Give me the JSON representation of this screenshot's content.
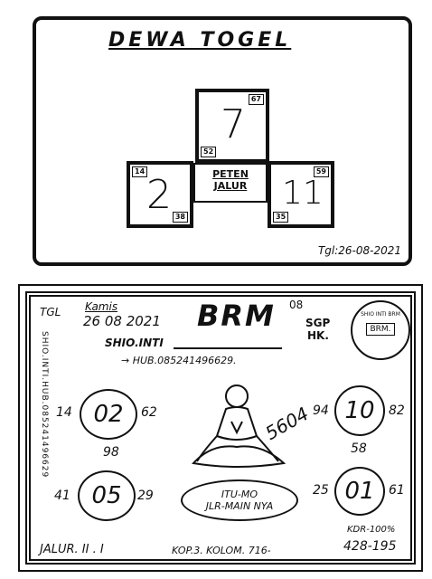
{
  "top": {
    "title": "DEWA TOGEL",
    "center_number": "7",
    "left_number": "2",
    "right_number": "11",
    "tag_top_right": "67",
    "tag_top_left": "52",
    "tag_left_top": "14",
    "tag_left_bottom": "38",
    "tag_right_top": "59",
    "tag_right_bottom": "35",
    "middle_label_1": "PETEN",
    "middle_label_2": "JALUR",
    "date": "Tgl:26-08-2021"
  },
  "bottom": {
    "tgl_label": "TGL",
    "day": "Kamis",
    "date_num": "26 08 2021",
    "brand": "BRM",
    "day_code": "08",
    "sgp": "SGP",
    "hk": "HK.",
    "shio": "SHIO.INTI",
    "hub": "→ HUB.085241496629.",
    "side_text": "SHIO.INTI.HUB.085241496629",
    "stamp_top": "SHIO INTI BRM",
    "stamp_mid": "BRM.",
    "c1": {
      "value": "02",
      "left": "14",
      "right": "62",
      "below": "98"
    },
    "c2": {
      "value": "05",
      "left": "41",
      "right": "29"
    },
    "c3": {
      "value": "10",
      "left": "94",
      "right": "82",
      "below": "58"
    },
    "c4": {
      "value": "01",
      "left": "25",
      "right": "61"
    },
    "figure_nums": "5604",
    "bubble_1": "ITU-MO",
    "bubble_2": "JLR-MAIN NYA",
    "jalur": "JALUR. II . I",
    "kop": "KOP.3. KOLOM. 716-",
    "kdr": "KDR-100%",
    "last": "428-195"
  }
}
